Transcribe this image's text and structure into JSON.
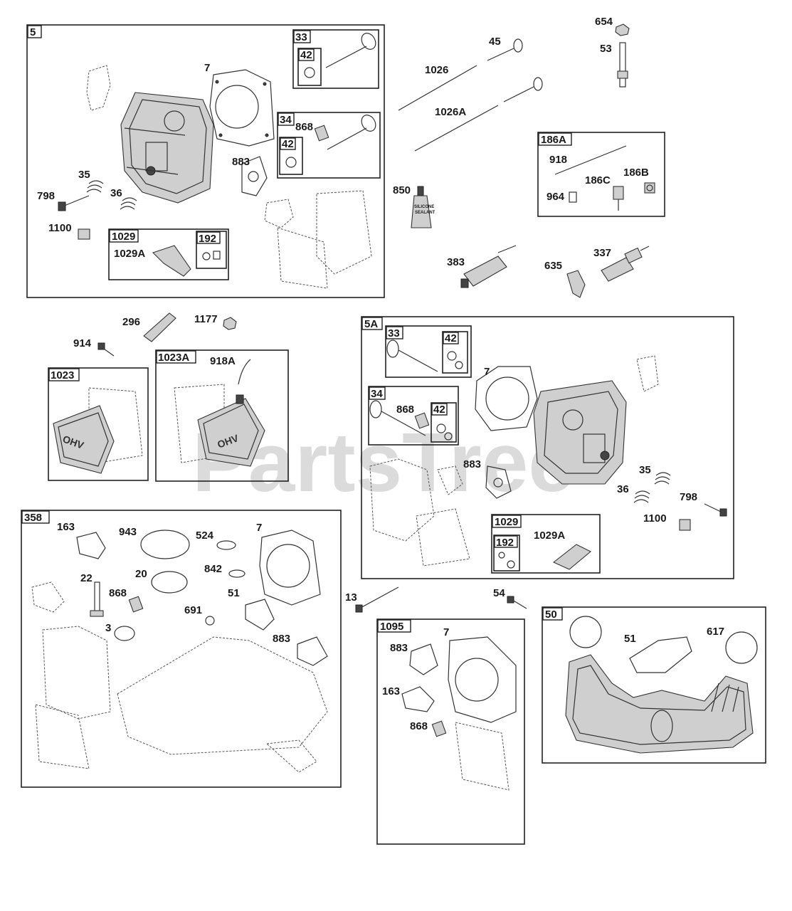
{
  "watermark": "PartsTree",
  "groups": [
    {
      "id": "5"
    },
    {
      "id": "33"
    },
    {
      "id": "42"
    },
    {
      "id": "34"
    },
    {
      "id": "42"
    },
    {
      "id": "1029"
    },
    {
      "id": "192"
    },
    {
      "id": "186A"
    },
    {
      "id": "1023"
    },
    {
      "id": "1023A"
    },
    {
      "id": "5A"
    },
    {
      "id": "33"
    },
    {
      "id": "42"
    },
    {
      "id": "34"
    },
    {
      "id": "42"
    },
    {
      "id": "1029"
    },
    {
      "id": "192"
    },
    {
      "id": "358"
    },
    {
      "id": "1095"
    },
    {
      "id": "50"
    }
  ],
  "callouts": [
    "7",
    "35",
    "36",
    "798",
    "1100",
    "1029A",
    "883",
    "868",
    "1026",
    "1026A",
    "45",
    "654",
    "53",
    "850",
    "918",
    "186C",
    "186B",
    "964",
    "383",
    "635",
    "337",
    "296",
    "1177",
    "914",
    "918A",
    "7",
    "868",
    "883",
    "35",
    "36",
    "798",
    "1100",
    "1029A",
    "163",
    "943",
    "524",
    "7",
    "20",
    "842",
    "22",
    "868",
    "51",
    "691",
    "3",
    "883",
    "13",
    "54",
    "7",
    "883",
    "163",
    "868",
    "51",
    "617"
  ],
  "sealant_tube": {
    "line1": "SILICONE",
    "line2": "SEALANT"
  },
  "valve_cover_badge": "OHV"
}
